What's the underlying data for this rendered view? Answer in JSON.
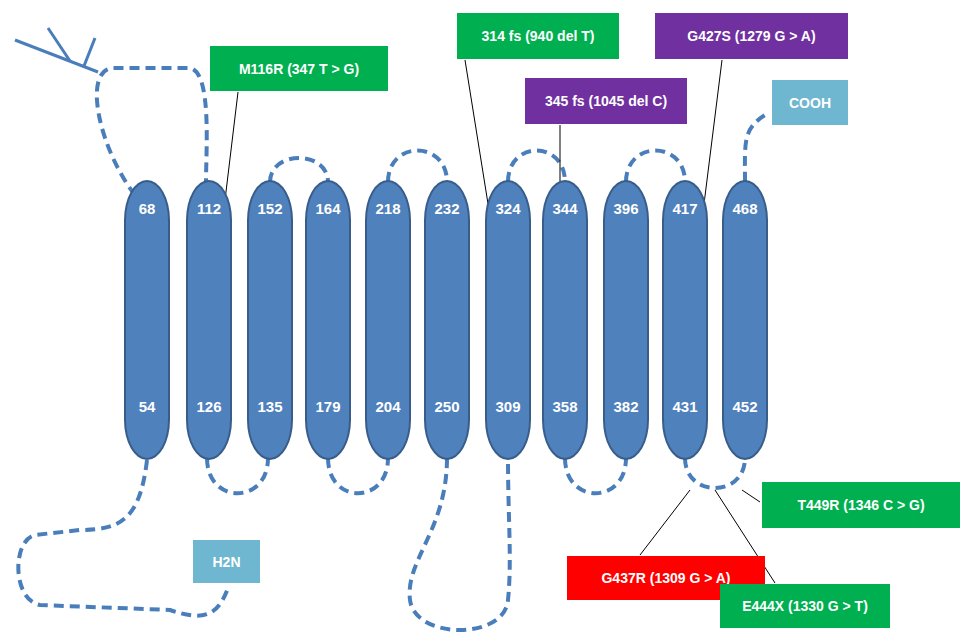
{
  "diagram": {
    "nodes": [
      {
        "text": [
          "M116R (347 T > G)"
        ]
      },
      {
        "text": [
          "314 fs (940 del T)"
        ]
      },
      {
        "text": [
          "G427S (1279 G > A)"
        ]
      },
      {
        "text": [
          "345 fs (1045 del C)"
        ]
      },
      {
        "text": [
          "COOH"
        ]
      },
      {
        "text": [
          "68",
          "54"
        ]
      },
      {
        "text": [
          "112",
          "126"
        ]
      },
      {
        "text": [
          "152",
          "135"
        ]
      },
      {
        "text": [
          "164",
          "179"
        ]
      },
      {
        "text": [
          "218",
          "204"
        ]
      },
      {
        "text": [
          "232",
          "250"
        ]
      },
      {
        "text": [
          "324",
          "309"
        ]
      },
      {
        "text": [
          "344",
          "358"
        ]
      },
      {
        "text": [
          "396",
          "382"
        ]
      },
      {
        "text": [
          "417",
          "431"
        ]
      },
      {
        "text": [
          "468",
          "452"
        ]
      },
      {
        "text": [
          "H2N"
        ]
      },
      {
        "text": [
          "T449R (1346 C > G)"
        ]
      },
      {
        "text": [
          "G437R (1309 G > A)"
        ]
      },
      {
        "text": [
          "E444X (1330 G > T)"
        ]
      }
    ]
  }
}
